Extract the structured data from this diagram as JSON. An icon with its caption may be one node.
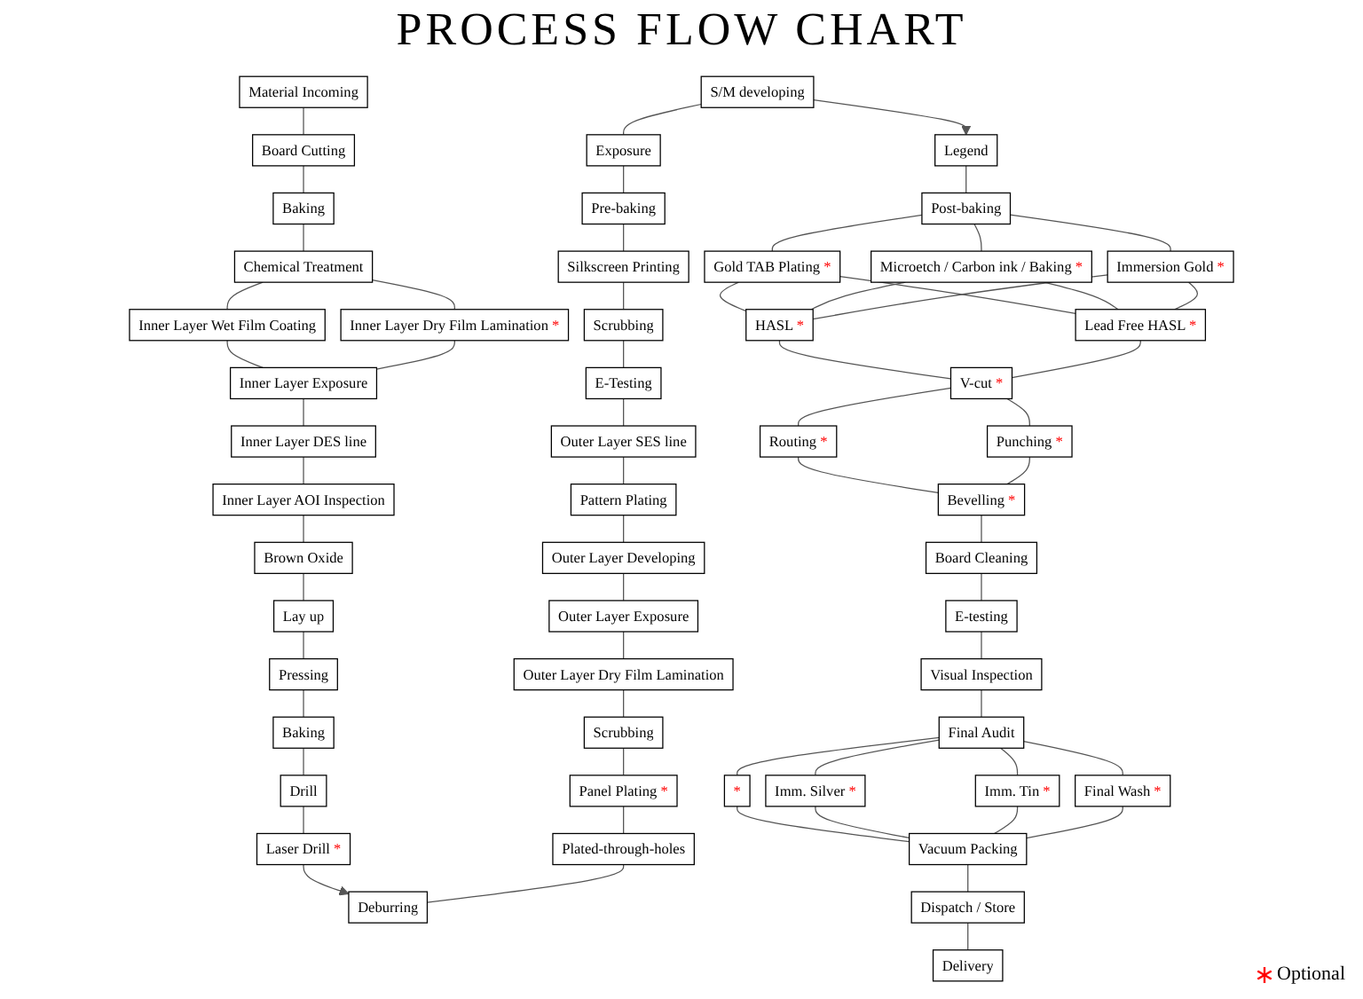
{
  "diagram": {
    "title": "PROCESS FLOW CHART",
    "nodes": [
      {
        "text": [
          "Material Incoming"
        ]
      },
      {
        "text": [
          "Board Cutting"
        ]
      },
      {
        "text": [
          "Baking"
        ]
      },
      {
        "text": [
          "Chemical Treatment"
        ]
      },
      {
        "text": [
          "Inner Layer Wet Film Coating"
        ]
      },
      {
        "text": [
          "Inner Layer Dry Film Lamination",
          "*"
        ]
      },
      {
        "text": [
          "Inner Layer Exposure"
        ]
      },
      {
        "text": [
          "Inner Layer DES line"
        ]
      },
      {
        "text": [
          "Inner Layer AOI Inspection"
        ]
      },
      {
        "text": [
          "Brown Oxide"
        ]
      },
      {
        "text": [
          "Lay up"
        ]
      },
      {
        "text": [
          "Pressing"
        ]
      },
      {
        "text": [
          "Baking"
        ]
      },
      {
        "text": [
          "Drill"
        ]
      },
      {
        "text": [
          "Laser Drill",
          "*"
        ]
      },
      {
        "text": [
          "S/M developing"
        ]
      },
      {
        "text": [
          "Exposure"
        ]
      },
      {
        "text": [
          "Pre-baking"
        ]
      },
      {
        "text": [
          "Silkscreen Printing"
        ]
      },
      {
        "text": [
          "Scrubbing"
        ]
      },
      {
        "text": [
          "E-Testing"
        ]
      },
      {
        "text": [
          "Outer Layer SES line"
        ]
      },
      {
        "text": [
          "Pattern Plating"
        ]
      },
      {
        "text": [
          "Outer Layer Developing"
        ]
      },
      {
        "text": [
          "Outer Layer Exposure"
        ]
      },
      {
        "text": [
          "Outer Layer Dry Film Lamination"
        ]
      },
      {
        "text": [
          "Scrubbing"
        ]
      },
      {
        "text": [
          "Panel Plating",
          "*"
        ]
      },
      {
        "text": [
          "Plated-through-holes"
        ]
      },
      {
        "text": [
          "Deburring"
        ]
      },
      {
        "text": [
          "Legend"
        ]
      },
      {
        "text": [
          "Post-baking"
        ]
      },
      {
        "text": [
          "Gold TAB Plating",
          "*"
        ]
      },
      {
        "text": [
          "Microetch / Carbon ink / Baking",
          "*"
        ]
      },
      {
        "text": [
          "Immersion Gold",
          "*"
        ]
      },
      {
        "text": [
          "HASL",
          "*"
        ]
      },
      {
        "text": [
          "Lead Free HASL",
          "*"
        ]
      },
      {
        "text": [
          "V-cut",
          "*"
        ]
      },
      {
        "text": [
          "Routing",
          "*"
        ]
      },
      {
        "text": [
          "Punching",
          "*"
        ]
      },
      {
        "text": [
          "Bevelling",
          "*"
        ]
      },
      {
        "text": [
          "Board Cleaning"
        ]
      },
      {
        "text": [
          "E-testing"
        ]
      },
      {
        "text": [
          "Visual Inspection"
        ]
      },
      {
        "text": [
          "Final Audit"
        ]
      },
      {
        "text": [
          "*"
        ]
      },
      {
        "text": [
          "Imm. Silver",
          "*"
        ]
      },
      {
        "text": [
          "Imm. Tin",
          "*"
        ]
      },
      {
        "text": [
          "Final Wash",
          "*"
        ]
      },
      {
        "text": [
          "Vacuum Packing"
        ]
      },
      {
        "text": [
          "Dispatch / Store"
        ]
      },
      {
        "text": [
          "Delivery"
        ]
      }
    ],
    "edges": [
      {
        "from": 0,
        "to": 1,
        "arrow": "none"
      },
      {
        "from": 1,
        "to": 2,
        "arrow": "none"
      },
      {
        "from": 2,
        "to": 3,
        "arrow": "none"
      },
      {
        "from": 3,
        "to": 4,
        "arrow": "none"
      },
      {
        "from": 3,
        "to": 5,
        "arrow": "none"
      },
      {
        "from": 4,
        "to": 6,
        "arrow": "none"
      },
      {
        "from": 5,
        "to": 6,
        "arrow": "none"
      },
      {
        "from": 6,
        "to": 7,
        "arrow": "none"
      },
      {
        "from": 7,
        "to": 8,
        "arrow": "none"
      },
      {
        "from": 8,
        "to": 9,
        "arrow": "none"
      },
      {
        "from": 9,
        "to": 10,
        "arrow": "none"
      },
      {
        "from": 10,
        "to": 11,
        "arrow": "none"
      },
      {
        "from": 11,
        "to": 12,
        "arrow": "none"
      },
      {
        "from": 12,
        "to": 13,
        "arrow": "none"
      },
      {
        "from": 13,
        "to": 14,
        "arrow": "none"
      },
      {
        "from": 14,
        "to": 29,
        "arrow": "to"
      },
      {
        "from": 15,
        "to": 16,
        "arrow": "none"
      },
      {
        "from": 16,
        "to": 17,
        "arrow": "none"
      },
      {
        "from": 17,
        "to": 18,
        "arrow": "none"
      },
      {
        "from": 18,
        "to": 19,
        "arrow": "none"
      },
      {
        "from": 19,
        "to": 20,
        "arrow": "none"
      },
      {
        "from": 20,
        "to": 21,
        "arrow": "none"
      },
      {
        "from": 21,
        "to": 22,
        "arrow": "none"
      },
      {
        "from": 22,
        "to": 23,
        "arrow": "none"
      },
      {
        "from": 23,
        "to": 24,
        "arrow": "none"
      },
      {
        "from": 24,
        "to": 25,
        "arrow": "none"
      },
      {
        "from": 25,
        "to": 26,
        "arrow": "none"
      },
      {
        "from": 26,
        "to": 27,
        "arrow": "none"
      },
      {
        "from": 27,
        "to": 28,
        "arrow": "none"
      },
      {
        "from": 28,
        "to": 29,
        "arrow": "none"
      },
      {
        "from": 15,
        "to": 30,
        "arrow": "to"
      },
      {
        "from": 30,
        "to": 31,
        "arrow": "none"
      },
      {
        "from": 31,
        "to": 32,
        "arrow": "none"
      },
      {
        "from": 31,
        "to": 33,
        "arrow": "none"
      },
      {
        "from": 31,
        "to": 34,
        "arrow": "none"
      },
      {
        "from": 32,
        "to": 35,
        "arrow": "none"
      },
      {
        "from": 32,
        "to": 36,
        "arrow": "none"
      },
      {
        "from": 33,
        "to": 35,
        "arrow": "none"
      },
      {
        "from": 33,
        "to": 36,
        "arrow": "none"
      },
      {
        "from": 34,
        "to": 35,
        "arrow": "none"
      },
      {
        "from": 34,
        "to": 36,
        "arrow": "none"
      },
      {
        "from": 35,
        "to": 37,
        "arrow": "none"
      },
      {
        "from": 36,
        "to": 37,
        "arrow": "none"
      },
      {
        "from": 37,
        "to": 38,
        "arrow": "none"
      },
      {
        "from": 37,
        "to": 39,
        "arrow": "none"
      },
      {
        "from": 38,
        "to": 40,
        "arrow": "none"
      },
      {
        "from": 39,
        "to": 40,
        "arrow": "none"
      },
      {
        "from": 40,
        "to": 41,
        "arrow": "none"
      },
      {
        "from": 41,
        "to": 42,
        "arrow": "none"
      },
      {
        "from": 42,
        "to": 43,
        "arrow": "none"
      },
      {
        "from": 43,
        "to": 44,
        "arrow": "none"
      },
      {
        "from": 44,
        "to": 45,
        "arrow": "none"
      },
      {
        "from": 44,
        "to": 46,
        "arrow": "none"
      },
      {
        "from": 44,
        "to": 47,
        "arrow": "none"
      },
      {
        "from": 44,
        "to": 48,
        "arrow": "none"
      },
      {
        "from": 45,
        "to": 49,
        "arrow": "none"
      },
      {
        "from": 46,
        "to": 49,
        "arrow": "none"
      },
      {
        "from": 47,
        "to": 49,
        "arrow": "none"
      },
      {
        "from": 48,
        "to": 49,
        "arrow": "none"
      },
      {
        "from": 49,
        "to": 50,
        "arrow": "none"
      },
      {
        "from": 50,
        "to": 51,
        "arrow": "none"
      }
    ],
    "legend": [
      {
        "text": "Optional"
      }
    ]
  }
}
